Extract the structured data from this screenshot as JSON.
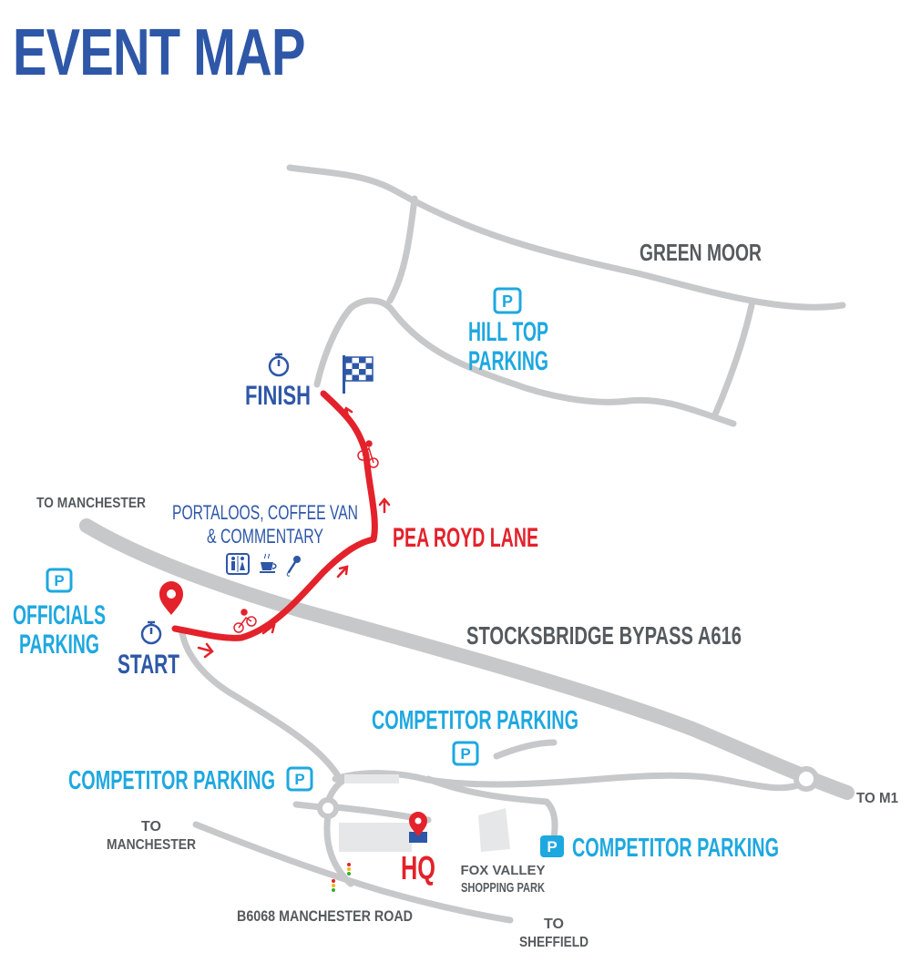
{
  "title": "EVENT MAP",
  "labels": {
    "green_moor": "GREEN MOOR",
    "hill_top_1": "HILL TOP",
    "hill_top_2": "PARKING",
    "finish": "FINISH",
    "start": "START",
    "to_manchester_top": "TO MANCHESTER",
    "facilities_1": "PORTALOOS, COFFEE VAN",
    "facilities_2": "& COMMENTARY",
    "pea_royd_lane": "PEA ROYD LANE",
    "officials_1": "OFFICIALS",
    "officials_2": "PARKING",
    "bypass": "STOCKSBRIDGE BYPASS A616",
    "competitor_top": "COMPETITOR PARKING",
    "competitor_left": "COMPETITOR PARKING",
    "competitor_right": "COMPETITOR PARKING",
    "to_m1": "TO M1",
    "to_manchester_bottom_1": "TO",
    "to_manchester_bottom_2": "MANCHESTER",
    "hq": "HQ",
    "fox_valley_1": "FOX VALLEY",
    "fox_valley_2": "SHOPPING PARK",
    "b6068": "B6068 MANCHESTER ROAD",
    "to_sheffield_1": "TO",
    "to_sheffield_2": "SHEFFIELD",
    "parking_symbol": "P"
  },
  "colors": {
    "road": "#c7c8ca",
    "route": "#e3222b",
    "navy": "#2e57a7",
    "parking_blue": "#1ea8e0",
    "label_grey": "#555a5e"
  },
  "icons": [
    "stopwatch-icon",
    "checkered-flag-icon",
    "map-pin-icon",
    "cyclist-icon",
    "toilet-icon",
    "coffee-cup-icon",
    "microphone-icon",
    "traffic-light-icon",
    "parking-icon"
  ]
}
